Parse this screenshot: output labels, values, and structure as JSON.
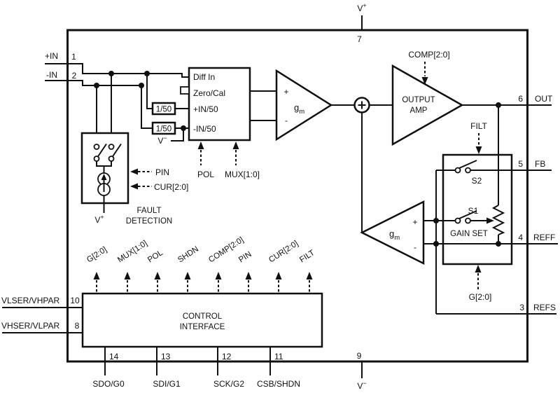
{
  "supplies": {
    "top": {
      "base": "V",
      "sup": "+",
      "pin": "7"
    },
    "bottom": {
      "base": "V",
      "sup": "−",
      "pin": "9"
    },
    "fault_supply": {
      "base": "V",
      "sup": "+"
    },
    "mux_supply": {
      "base": "V",
      "sup": "−"
    }
  },
  "left_pins": {
    "in_pos": {
      "label": "+IN",
      "pin": "1"
    },
    "in_neg": {
      "label": "-IN",
      "pin": "2"
    },
    "vlser": {
      "label": "VLSER/VHPAR",
      "pin": "10"
    },
    "vhser": {
      "label": "VHSER/VLPAR",
      "pin": "8"
    }
  },
  "right_pins": {
    "out": {
      "label": "OUT",
      "pin": "6"
    },
    "fb": {
      "label": "FB",
      "pin": "5"
    },
    "reff": {
      "label": "REFF",
      "pin": "4"
    },
    "refs": {
      "label": "REFS",
      "pin": "3"
    }
  },
  "bottom_pins": [
    {
      "label": "SDO/G0",
      "pin": "14"
    },
    {
      "label": "SDI/G1",
      "pin": "13"
    },
    {
      "label": "SCK/G2",
      "pin": "12"
    },
    {
      "label": "CSB/SHDN",
      "pin": "11"
    }
  ],
  "input_mux": {
    "rows": [
      "Diff In",
      "Zero/Cal",
      "+IN/50",
      "-IN/50"
    ],
    "divider1": "1/50",
    "divider2": "1/50",
    "controls": {
      "pol": "POL",
      "mux": "MUX[1:0]"
    }
  },
  "fault_detection": {
    "title1": "FAULT",
    "title2": "DETECTION",
    "pin_signal": "PIN",
    "cur_signal": "CUR[2:0]"
  },
  "amplifiers": {
    "gm_base": "g",
    "gm_sub": "m",
    "plus": "+",
    "minus": "-",
    "sum_plus": "+",
    "output_amp1": "OUTPUT",
    "output_amp2": "AMP",
    "comp": "COMP[2:0]",
    "filt": "FILT"
  },
  "gain_set": {
    "title": "GAIN SET",
    "s1": "S1",
    "s2": "S2",
    "g_signal": "G[2:0]"
  },
  "control_interface": {
    "title1": "CONTROL",
    "title2": "INTERFACE",
    "bus_signals": [
      "G[2:0]",
      "MUX[1:0]",
      "POL",
      "SHDN",
      "COMP[2:0]",
      "PIN",
      "CUR[2:0]",
      "FILT"
    ]
  },
  "colors": {
    "ink": "#101010",
    "background": "#ffffff"
  }
}
